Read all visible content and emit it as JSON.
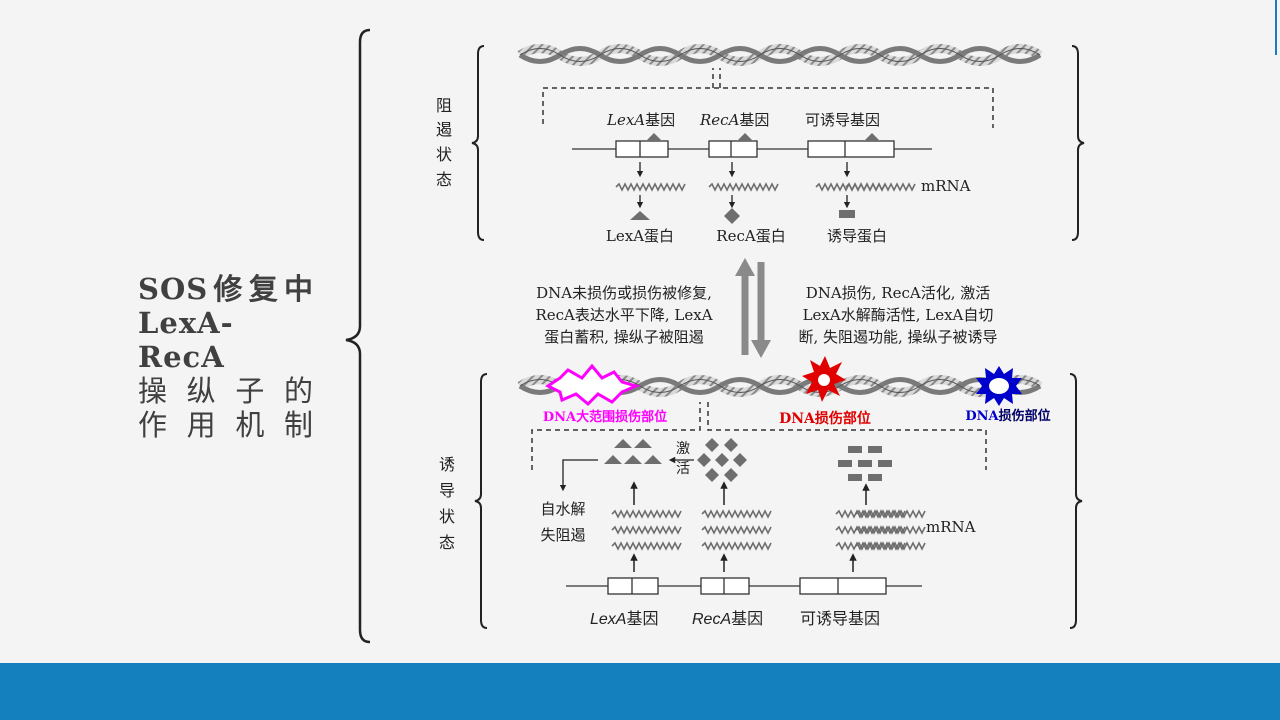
{
  "slide": {
    "title_lines": [
      "SOS修复中",
      "LexA-RecA",
      "操 纵 子 的",
      "作 用 机 制"
    ]
  },
  "repressed": {
    "state_chars": [
      "阻",
      "遏",
      "状",
      "态"
    ],
    "genes": {
      "lexa_italic": "LexA",
      "lexa_suffix": "基因",
      "reca_italic": "RecA",
      "reca_suffix": "基因",
      "inducible": "可诱导基因"
    },
    "mrna_label": "mRNA",
    "proteins": [
      "LexA蛋白",
      "RecA蛋白",
      "诱导蛋白"
    ]
  },
  "transition": {
    "left_lines": [
      "DNA未损伤或损伤被修复,",
      "RecA表达水平下降, LexA",
      "蛋白蓄积, 操纵子被阻遏"
    ],
    "right_lines": [
      "DNA损伤, RecA活化, 激活",
      "LexA水解酶活性, LexA自切",
      "断, 失阻遏功能, 操纵子被诱导"
    ]
  },
  "induced": {
    "state_chars": [
      "诱",
      "导",
      "状",
      "态"
    ],
    "damage_labels": {
      "large": "DNA大范围损伤部位",
      "red": "DNA损伤部位",
      "blue_prefix": "DNA",
      "blue_suffix": "损伤部位"
    },
    "activate_chars": [
      "激",
      "活"
    ],
    "self_cleave_lines": [
      "自水解",
      "失阻遏"
    ],
    "mrna_label": "mRNA",
    "genes": {
      "lexa_italic": "LexA",
      "lexa_suffix": "基因",
      "reca_italic": "RecA",
      "reca_suffix": "基因",
      "inducible": "可诱导基因"
    }
  },
  "colors": {
    "footer": "#1480bd",
    "title_text": "#404040",
    "magenta": "#ff00ff",
    "red": "#e00000",
    "blue": "#0000cc",
    "diagram_gray": "#6e6e6e"
  }
}
